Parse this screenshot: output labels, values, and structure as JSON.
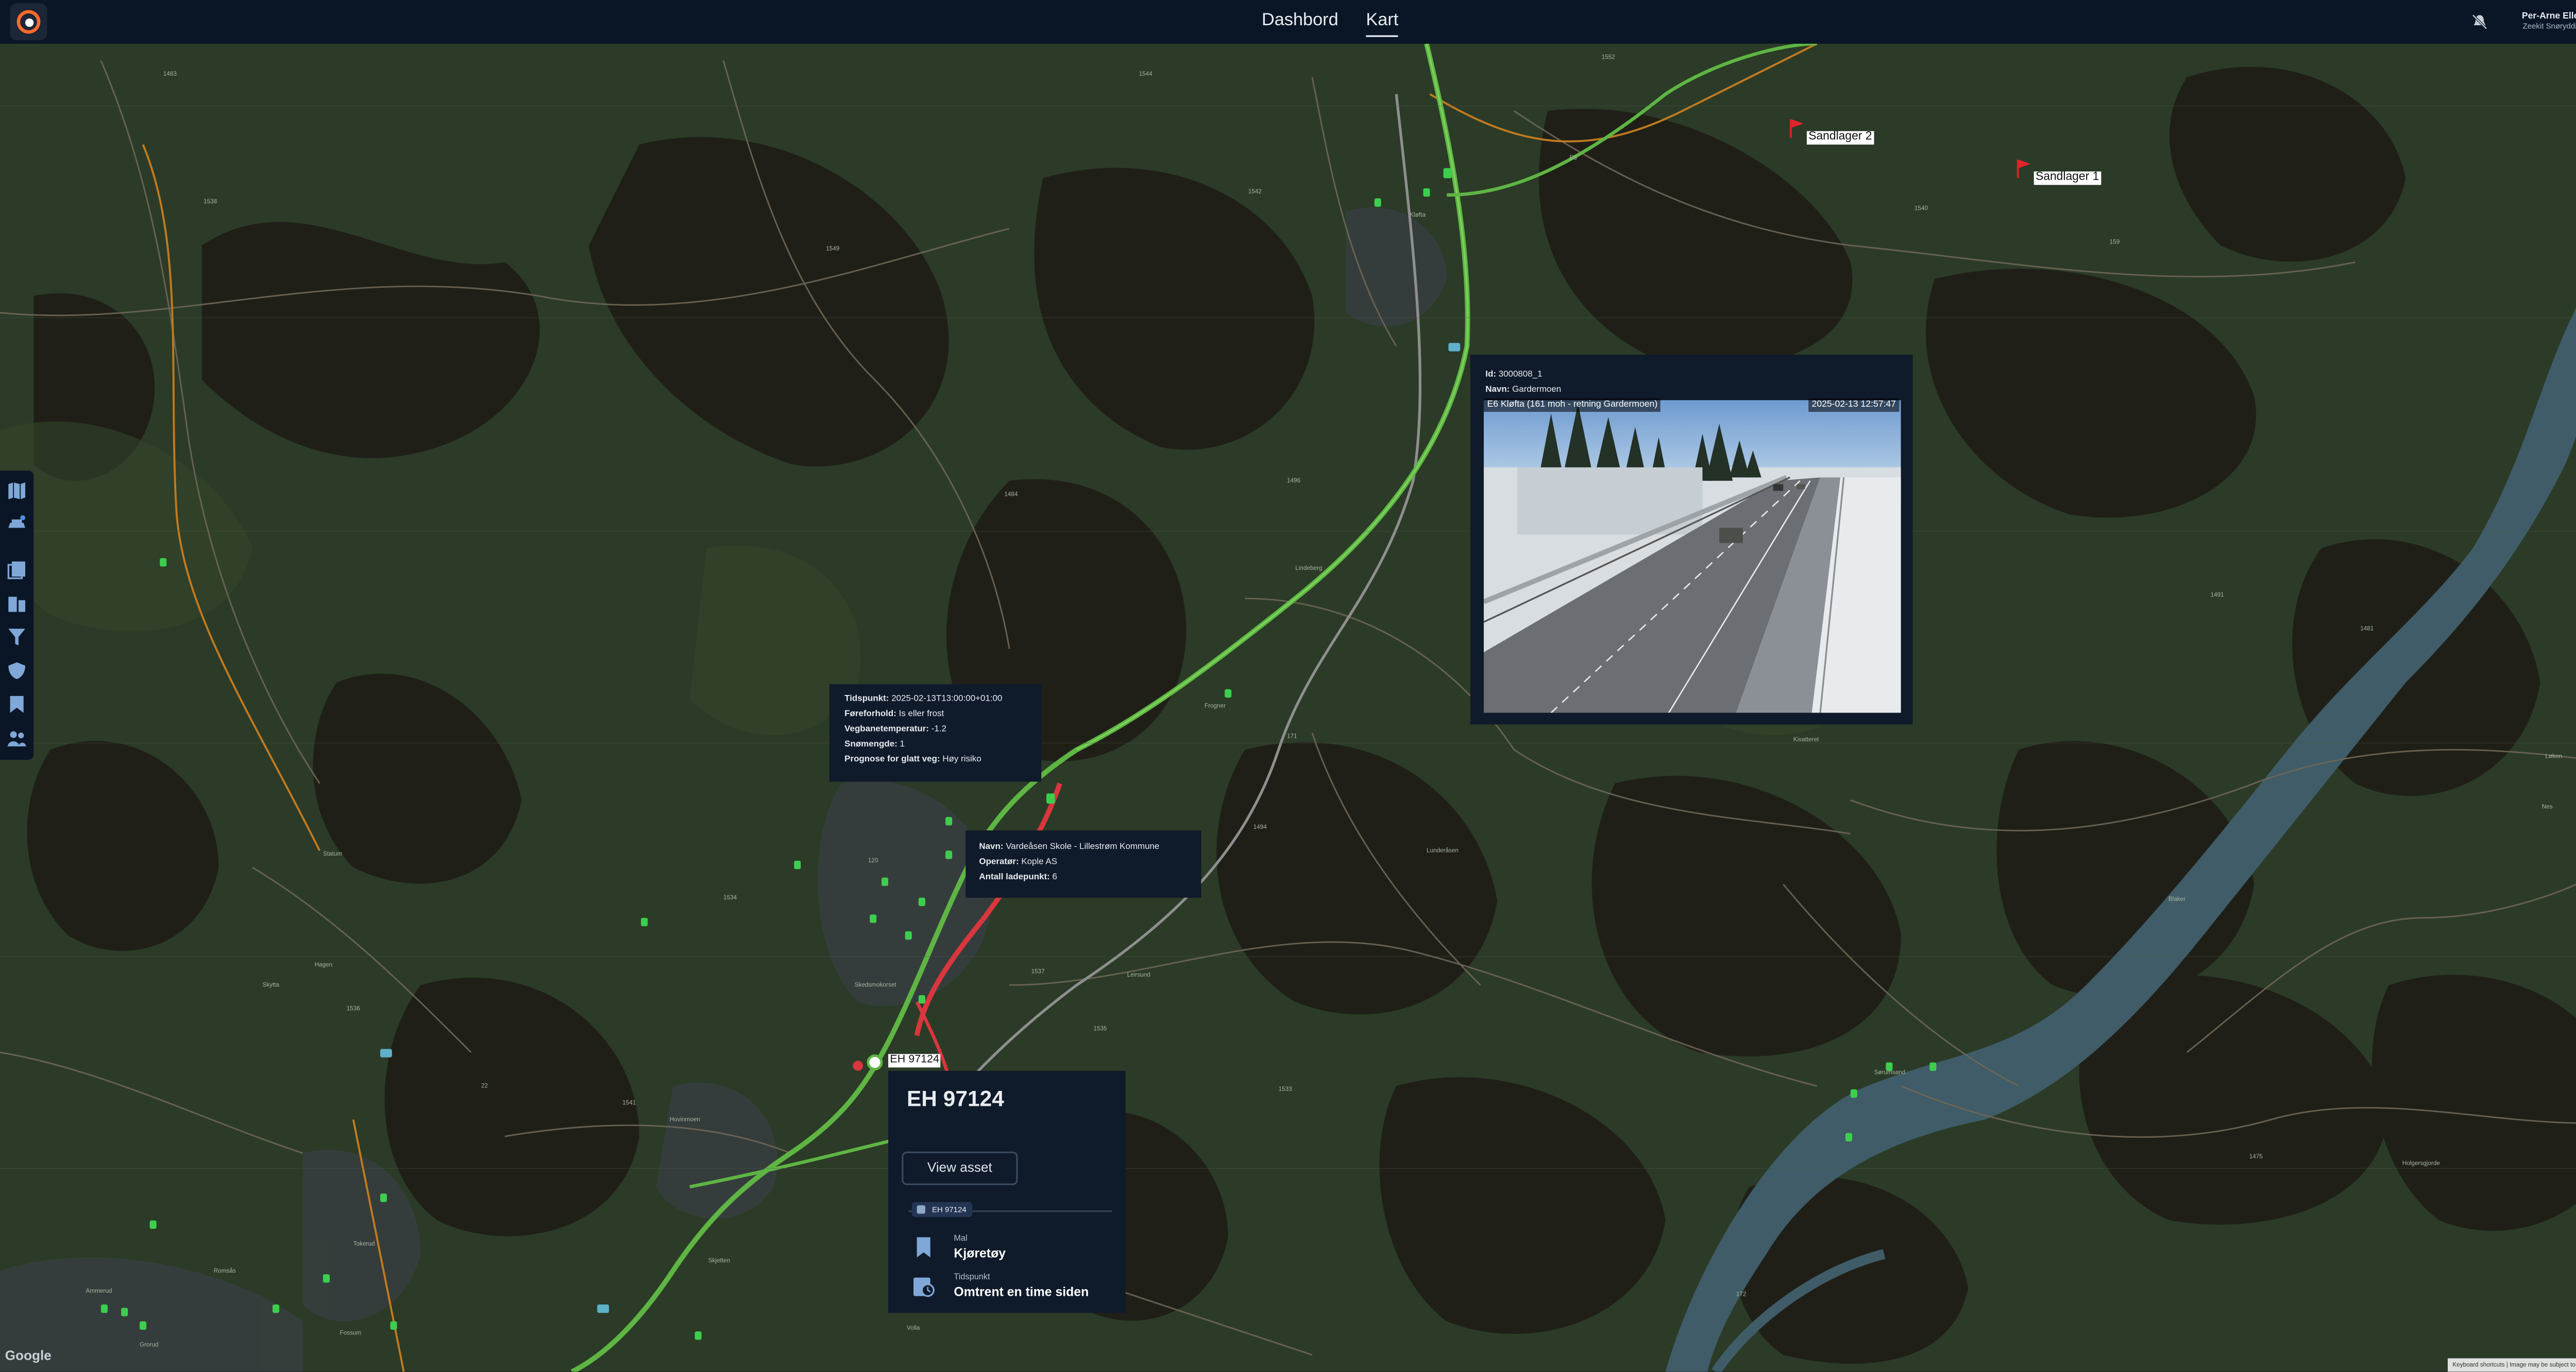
{
  "topbar": {
    "nav": [
      {
        "label": "Dashbord"
      },
      {
        "label": "Kart"
      }
    ],
    "user_name": "Per-Arne Ellefsen",
    "user_org": "Zeekit Snørydding AS"
  },
  "map": {
    "places": [
      "Lindeberg",
      "Frogner",
      "Leirsund",
      "Lunderåsen",
      "Skedsmokorset",
      "Skytta",
      "Hagen",
      "Statum",
      "Skjetten",
      "Volla",
      "Sørumsand",
      "Blaker",
      "Holgersgjorde",
      "Løken",
      "Nes",
      "Fossum",
      "Tokerud",
      "Romsås",
      "Ammerud",
      "Grorud",
      "Kløfta",
      "Hovinmoen",
      "Kisatteret"
    ],
    "roads": [
      "1544",
      "1552",
      "1542",
      "1549",
      "1538",
      "1540",
      "1484",
      "1496",
      "1536",
      "1533",
      "1534",
      "1537",
      "1535",
      "1541",
      "1494",
      "120",
      "171",
      "172",
      "1475",
      "1491",
      "1481",
      "1483",
      "22",
      "E6",
      "159"
    ],
    "flags": [
      {
        "label": "Sandlager 2"
      },
      {
        "label": "Sandlager 1"
      }
    ],
    "vehicle_label": "EH 97124",
    "google": "Google",
    "attribution": "Keyboard shortcuts   |   Image may be subject to copyright   |   Map Data"
  },
  "weather_popup": {
    "rows": [
      {
        "k": "Tidspunkt:",
        "v": "2025-02-13T13:00:00+01:00"
      },
      {
        "k": "Føreforhold:",
        "v": "Is eller frost"
      },
      {
        "k": "Vegbanetemperatur:",
        "v": "-1.2"
      },
      {
        "k": "Snømengde:",
        "v": "1"
      },
      {
        "k": "Prognose for glatt veg:",
        "v": "Høy risiko"
      }
    ]
  },
  "charger_popup": {
    "rows": [
      {
        "k": "Navn:",
        "v": "Vardeåsen Skole - Lillestrøm Kommune"
      },
      {
        "k": "Operatør:",
        "v": "Kople AS"
      },
      {
        "k": "Antall ladepunkt:",
        "v": "6"
      }
    ]
  },
  "camera_popup": {
    "id_label": "Id:",
    "id_value": "3000808_1",
    "name_label": "Navn:",
    "name_value": "Gardermoen",
    "caption": "E6 Kløfta (161 moh - retning Gardermoen)",
    "timestamp": "2025-02-13  12:57:47"
  },
  "asset_panel": {
    "title": "EH 97124",
    "button": "View asset",
    "chip": "EH 97124",
    "mal_label": "Mal",
    "mal_value": "Kjøretøy",
    "time_label": "Tidspunkt",
    "time_value": "Omtrent en time siden"
  },
  "colors": {
    "topbar": "#0a1626",
    "accent": "#f07a2a",
    "route": "#5fb544",
    "alert": "#d9363e"
  }
}
